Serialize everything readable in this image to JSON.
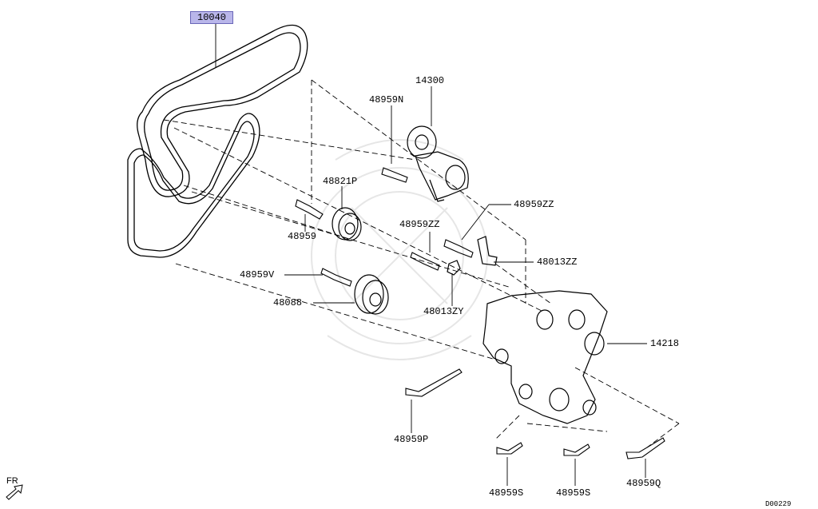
{
  "diagram": {
    "highlighted_part": "10040",
    "callouts": {
      "belt": "10040",
      "tensioner": "14300",
      "bolt_tensioner": "48959N",
      "idler_pulley": "48821P",
      "bolt_idler": "48959",
      "bolt_zz_upper": "48959ZZ",
      "bolt_zz_lower": "48959ZZ",
      "bracket_zz": "48013ZZ",
      "bracket_zy": "48013ZY",
      "bolt_v": "48959V",
      "pulley_88": "48088",
      "bracket": "14218",
      "bolt_p": "48959P",
      "bolt_s1": "48959S",
      "bolt_s2": "48959S",
      "bolt_q": "48959Q"
    },
    "direction_label": "FR",
    "diagram_code": "D00229"
  },
  "colors": {
    "line": "#000000",
    "highlight_fill": "#b9b6ea",
    "highlight_border": "#6a66b8",
    "watermark": "#e8e8e8"
  }
}
